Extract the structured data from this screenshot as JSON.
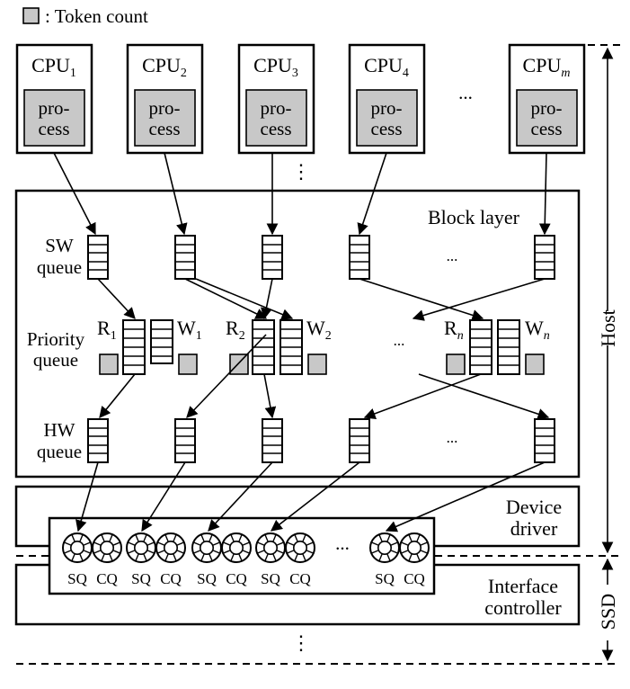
{
  "legend": {
    "text": ": Token count",
    "swatch_color": "#c8c8c8"
  },
  "cpus": [
    {
      "name": "CPU",
      "sub": "1"
    },
    {
      "name": "CPU",
      "sub": "2"
    },
    {
      "name": "CPU",
      "sub": "3"
    },
    {
      "name": "CPU",
      "sub": "4"
    },
    {
      "name": "CPU",
      "sub": "m"
    }
  ],
  "process": {
    "line1": "pro-",
    "line2": "cess"
  },
  "ellipsis": "...",
  "vdots": "⋮",
  "block_layer": {
    "title": "Block layer"
  },
  "sw_queue": {
    "line1": "SW",
    "line2": "queue"
  },
  "priority_queue": {
    "line1": "Priority",
    "line2": "queue"
  },
  "hw_queue": {
    "line1": "HW",
    "line2": "queue"
  },
  "read_labels": [
    {
      "name": "R",
      "sub": "1"
    },
    {
      "name": "R",
      "sub": "2"
    },
    {
      "name": "R",
      "sub": "n"
    }
  ],
  "write_labels": [
    {
      "name": "W",
      "sub": "1"
    },
    {
      "name": "W",
      "sub": "2"
    },
    {
      "name": "W",
      "sub": "n"
    }
  ],
  "device_driver": {
    "line1": "Device",
    "line2": "driver"
  },
  "interface_controller": {
    "line1": "Interface",
    "line2": "controller"
  },
  "sq": "SQ",
  "cq": "CQ",
  "host": "Host",
  "ssd": "SSD"
}
